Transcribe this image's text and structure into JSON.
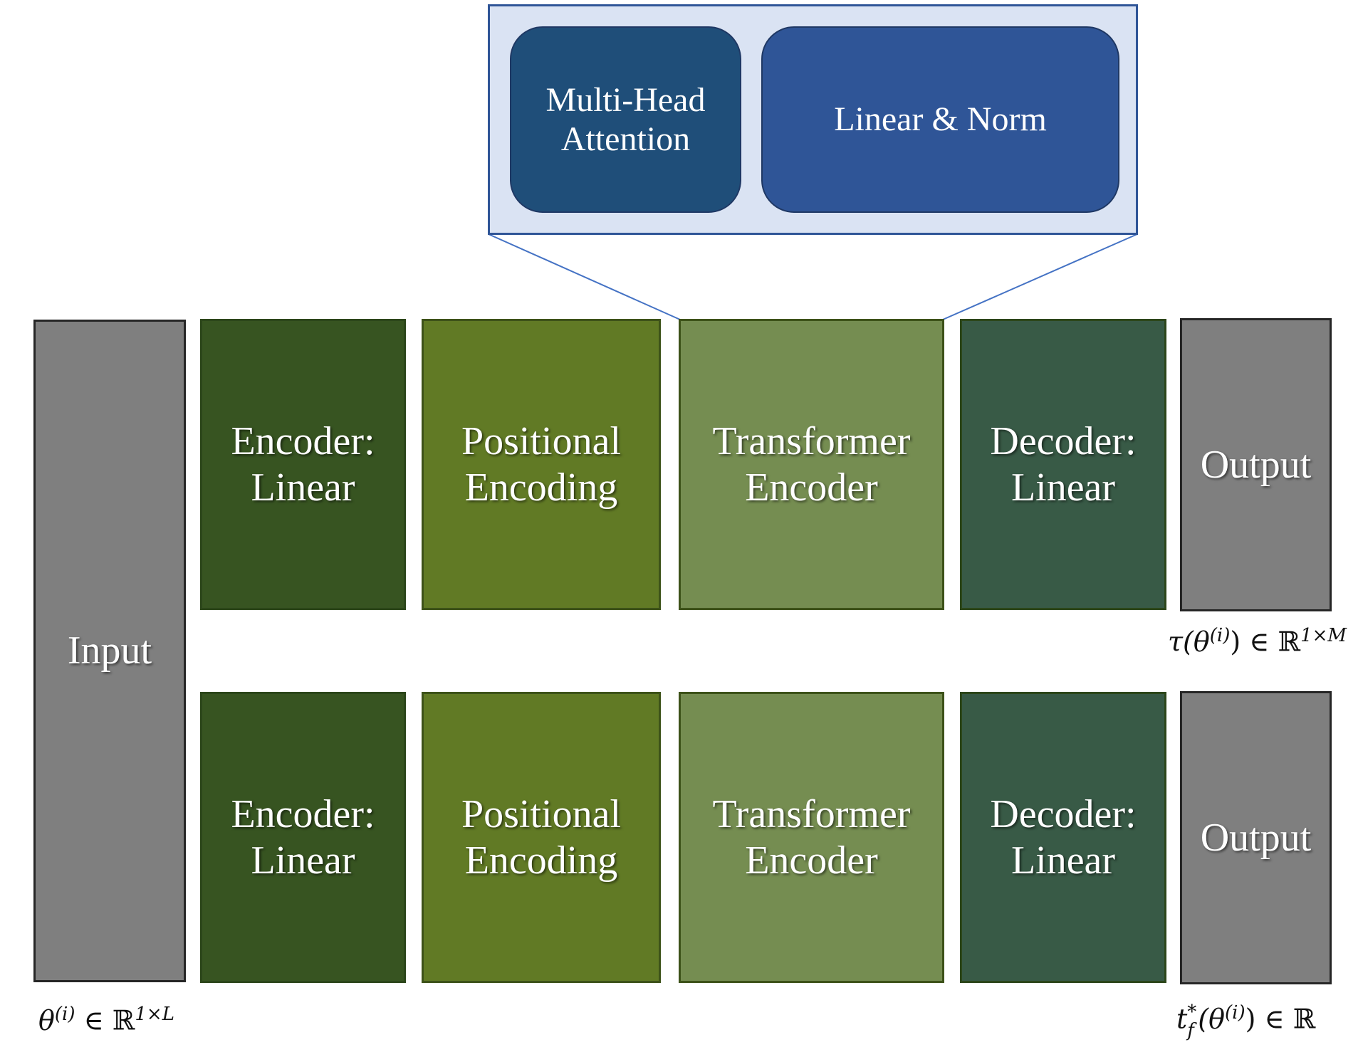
{
  "colors": {
    "io_gray": "#7f7f7f",
    "encoder_linear": "#375421",
    "positional_encoding": "#617a25",
    "transformer_encoder": "#758d51",
    "decoder_linear": "#385a46",
    "panel_bg": "#dae3f3",
    "panel_border": "#2f5597",
    "attention_box": "#1f4e79",
    "norm_box": "#2f5597"
  },
  "zoom_panel": {
    "attention": [
      "Multi-Head",
      "Attention"
    ],
    "norm": "Linear & Norm"
  },
  "input": {
    "label": "Input"
  },
  "rows": [
    {
      "encoder": [
        "Encoder:",
        "Linear"
      ],
      "positional": [
        "Positional",
        "Encoding"
      ],
      "transformer": [
        "Transformer",
        "Encoder"
      ],
      "decoder": [
        "Decoder:",
        "Linear"
      ],
      "output": "Output"
    },
    {
      "encoder": [
        "Encoder:",
        "Linear"
      ],
      "positional": [
        "Positional",
        "Encoding"
      ],
      "transformer": [
        "Transformer",
        "Encoder"
      ],
      "decoder": [
        "Decoder:",
        "Linear"
      ],
      "output": "Output"
    }
  ],
  "formulas": {
    "input": {
      "theta": "θ",
      "sup": "(i)",
      "in": " ∈ ",
      "reals": "ℝ",
      "dims": "1×L"
    },
    "output_top": {
      "prefix": "τ(θ",
      "sup": "(i)",
      "suffix": ")",
      "in": " ∈ ",
      "reals": "ℝ",
      "dims": "1×M"
    },
    "output_bottom": {
      "t": "t",
      "star": "*",
      "sub": "f",
      "prefix": "(θ",
      "sup": "(i)",
      "suffix": ")",
      "in": " ∈ ",
      "reals": "ℝ"
    }
  }
}
